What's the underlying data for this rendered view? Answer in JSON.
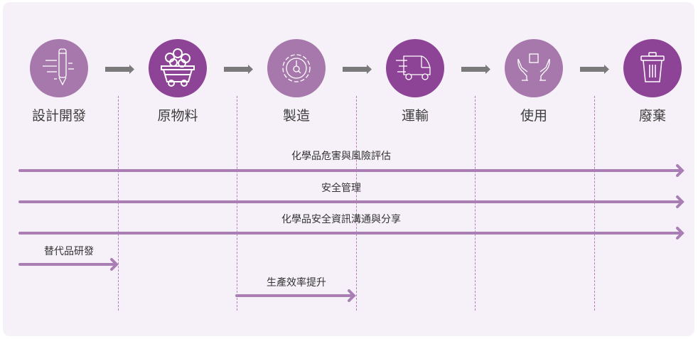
{
  "colors": {
    "light": "#a678ab",
    "dark": "#8e4496",
    "arrow": "#a97fb3",
    "step_arrow": "#7a7a7a"
  },
  "stages": [
    {
      "label": "設計開發",
      "icon": "pencil-design-icon",
      "tone": "light"
    },
    {
      "label": "原物料",
      "icon": "mine-cart-icon",
      "tone": "dark"
    },
    {
      "label": "製造",
      "icon": "gear-icon",
      "tone": "light"
    },
    {
      "label": "運輸",
      "icon": "delivery-truck-icon",
      "tone": "dark"
    },
    {
      "label": "使用",
      "icon": "hands-box-icon",
      "tone": "light"
    },
    {
      "label": "廢棄",
      "icon": "trash-bin-icon",
      "tone": "dark"
    }
  ],
  "flows": [
    {
      "label": "化學品危害與風險評估",
      "from_stage": 1,
      "to_stage": 6
    },
    {
      "label": "安全管理",
      "from_stage": 1,
      "to_stage": 6
    },
    {
      "label": "化學品安全資訊溝通與分享",
      "from_stage": 1,
      "to_stage": 6
    },
    {
      "label": "替代品研發",
      "from_stage": 1,
      "to_stage": 1
    },
    {
      "label": "生產效率提升",
      "from_stage": 3,
      "to_stage": 3
    }
  ]
}
